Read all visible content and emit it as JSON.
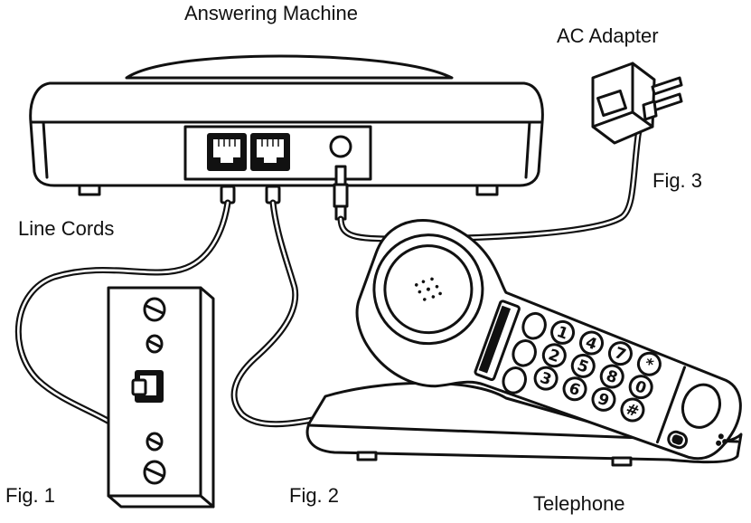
{
  "labels": {
    "answering_machine": "Answering Machine",
    "ac_adapter": "AC Adapter",
    "line_cords": "Line Cords",
    "fig1": "Fig. 1",
    "fig2": "Fig. 2",
    "fig3": "Fig. 3",
    "telephone": "Telephone"
  },
  "keypad": [
    "1",
    "2",
    "3",
    "4",
    "5",
    "6",
    "7",
    "8",
    "9",
    "*",
    "0",
    "#"
  ]
}
